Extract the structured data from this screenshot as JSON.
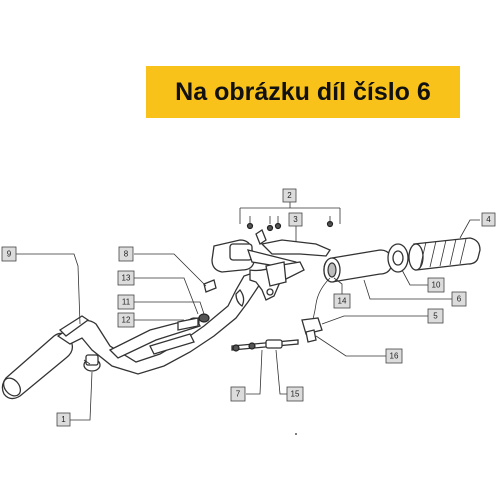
{
  "banner": {
    "text": "Na obrázku díl číslo 6",
    "color": "#f9c21a"
  },
  "callouts": [
    {
      "id": "c1",
      "label": "1"
    },
    {
      "id": "c2",
      "label": "2"
    },
    {
      "id": "c3",
      "label": "3"
    },
    {
      "id": "c4",
      "label": "4"
    },
    {
      "id": "c5",
      "label": "5"
    },
    {
      "id": "c6",
      "label": "6"
    },
    {
      "id": "c7",
      "label": "7"
    },
    {
      "id": "c8",
      "label": "8"
    },
    {
      "id": "c9",
      "label": "9"
    },
    {
      "id": "c10",
      "label": "10"
    },
    {
      "id": "c11",
      "label": "11"
    },
    {
      "id": "c12",
      "label": "12"
    },
    {
      "id": "c13",
      "label": "13"
    },
    {
      "id": "c14",
      "label": "14"
    },
    {
      "id": "c15",
      "label": "15"
    },
    {
      "id": "c16",
      "label": "16"
    }
  ]
}
